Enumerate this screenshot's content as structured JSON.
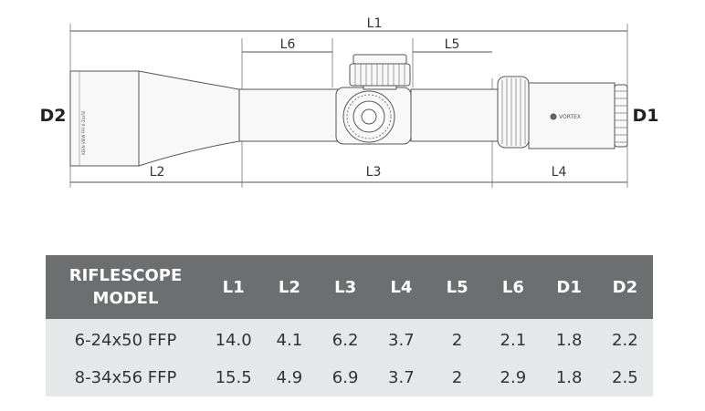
{
  "diagram": {
    "labels": {
      "L1": "L1",
      "L2": "L2",
      "L3": "L3",
      "L4": "L4",
      "L5": "L5",
      "L6": "L6",
      "D1": "D1",
      "D2": "D2"
    },
    "objective_print": "KEEN VIEW FFP 6-24x50",
    "ocular_logo": "VORTEX",
    "line_color": "#555555",
    "body_fill": "#f8f8f8"
  },
  "table": {
    "header_color": "#6d6e70",
    "row_color": "#e6e7e8",
    "model_header": [
      "RIFLESCOPE",
      "MODEL"
    ],
    "columns": [
      "L1",
      "L2",
      "L3",
      "L4",
      "L5",
      "L6",
      "D1",
      "D2"
    ],
    "rows": [
      {
        "model": "6-24x50 FFP",
        "values": [
          "14.0",
          "4.1",
          "6.2",
          "3.7",
          "2",
          "2.1",
          "1.8",
          "2.2"
        ]
      },
      {
        "model": "8-34x56 FFP",
        "values": [
          "15.5",
          "4.9",
          "6.9",
          "3.7",
          "2",
          "2.9",
          "1.8",
          "2.5"
        ]
      }
    ]
  }
}
